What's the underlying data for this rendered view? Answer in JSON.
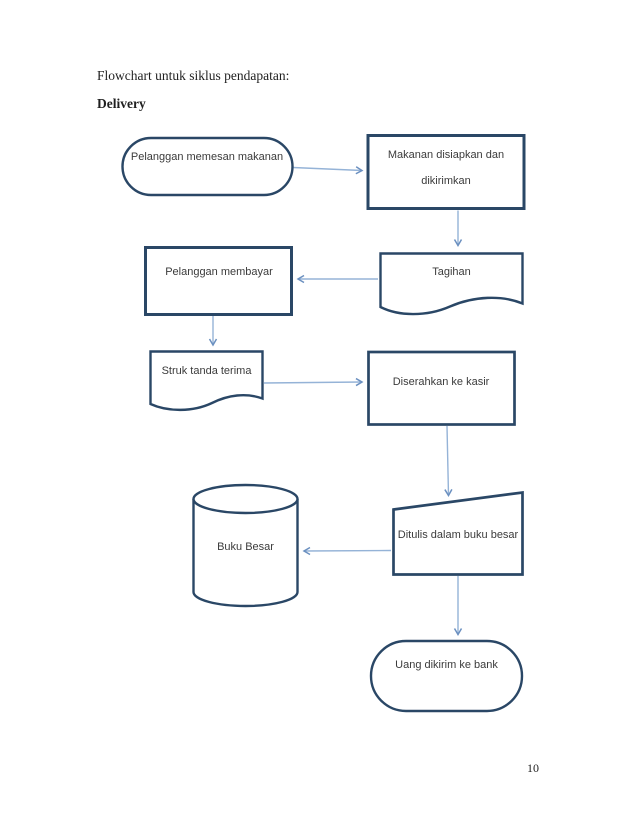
{
  "page": {
    "title": "Flowchart untuk siklus pendapatan:",
    "section_heading": "Delivery",
    "page_number": "10"
  },
  "flowchart": {
    "nodes": [
      {
        "id": "order",
        "type": "terminator",
        "label": "Pelanggan memesan makanan"
      },
      {
        "id": "prepare",
        "type": "process",
        "label": "Makanan disiapkan dan dikirimkan"
      },
      {
        "id": "invoice",
        "type": "document",
        "label": "Tagihan"
      },
      {
        "id": "pay",
        "type": "process",
        "label": "Pelanggan membayar"
      },
      {
        "id": "receipt",
        "type": "document",
        "label": "Struk tanda terima"
      },
      {
        "id": "cashier",
        "type": "process",
        "label": "Diserahkan ke kasir"
      },
      {
        "id": "ledger",
        "type": "database-cylinder",
        "label": "Buku Besar"
      },
      {
        "id": "record",
        "type": "manual-input",
        "label": "Ditulis dalam buku besar"
      },
      {
        "id": "bank",
        "type": "terminator",
        "label": "Uang dikirim ke bank"
      }
    ],
    "edges": [
      {
        "from": "order",
        "to": "prepare"
      },
      {
        "from": "prepare",
        "to": "invoice"
      },
      {
        "from": "invoice",
        "to": "pay"
      },
      {
        "from": "pay",
        "to": "receipt"
      },
      {
        "from": "receipt",
        "to": "cashier"
      },
      {
        "from": "cashier",
        "to": "record"
      },
      {
        "from": "record",
        "to": "ledger"
      },
      {
        "from": "record",
        "to": "bank"
      }
    ],
    "colors": {
      "shape_border": "#2a4766",
      "shape_fill": "#ffffff",
      "connector_line": "#95b3d7",
      "arrowhead": "#6b90c0",
      "label_text": "#3b3b3b"
    }
  }
}
